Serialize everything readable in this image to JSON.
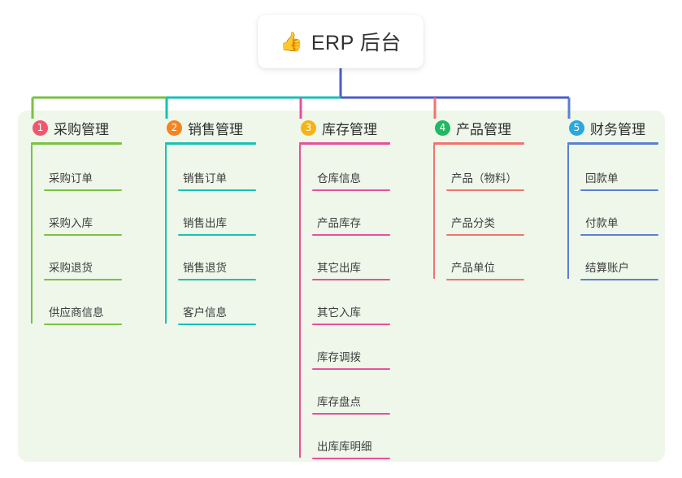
{
  "diagram": {
    "type": "mind-map",
    "background": "#ffffff",
    "panel_color": "#eef7ea",
    "root": {
      "label": "ERP 后台",
      "icon": "thumbs-up-emoji",
      "emoji": "👍"
    },
    "trunk_color": "#4e5bc6",
    "columns": [
      {
        "number": "1",
        "title": "采购管理",
        "badge_color": "#f2566e",
        "line_color": "#7ac143",
        "items": [
          "采购订单",
          "采购入库",
          "采购退货",
          "供应商信息"
        ]
      },
      {
        "number": "2",
        "title": "销售管理",
        "badge_color": "#f5841f",
        "line_color": "#19c1b4",
        "items": [
          "销售订单",
          "销售出库",
          "销售退货",
          "客户信息"
        ]
      },
      {
        "number": "3",
        "title": "库存管理",
        "badge_color": "#f5b316",
        "line_color": "#e8509b",
        "items": [
          "仓库信息",
          "产品库存",
          "其它出库",
          "其它入库",
          "库存调拨",
          "库存盘点",
          "出库库明细"
        ]
      },
      {
        "number": "4",
        "title": "产品管理",
        "badge_color": "#21b864",
        "line_color": "#f2736e",
        "items": [
          "产品（物料）",
          "产品分类",
          "产品单位"
        ]
      },
      {
        "number": "5",
        "title": "财务管理",
        "badge_color": "#29a8e0",
        "line_color": "#5b7fd4",
        "items": [
          "回款单",
          "付款单",
          "结算账户"
        ]
      }
    ]
  }
}
